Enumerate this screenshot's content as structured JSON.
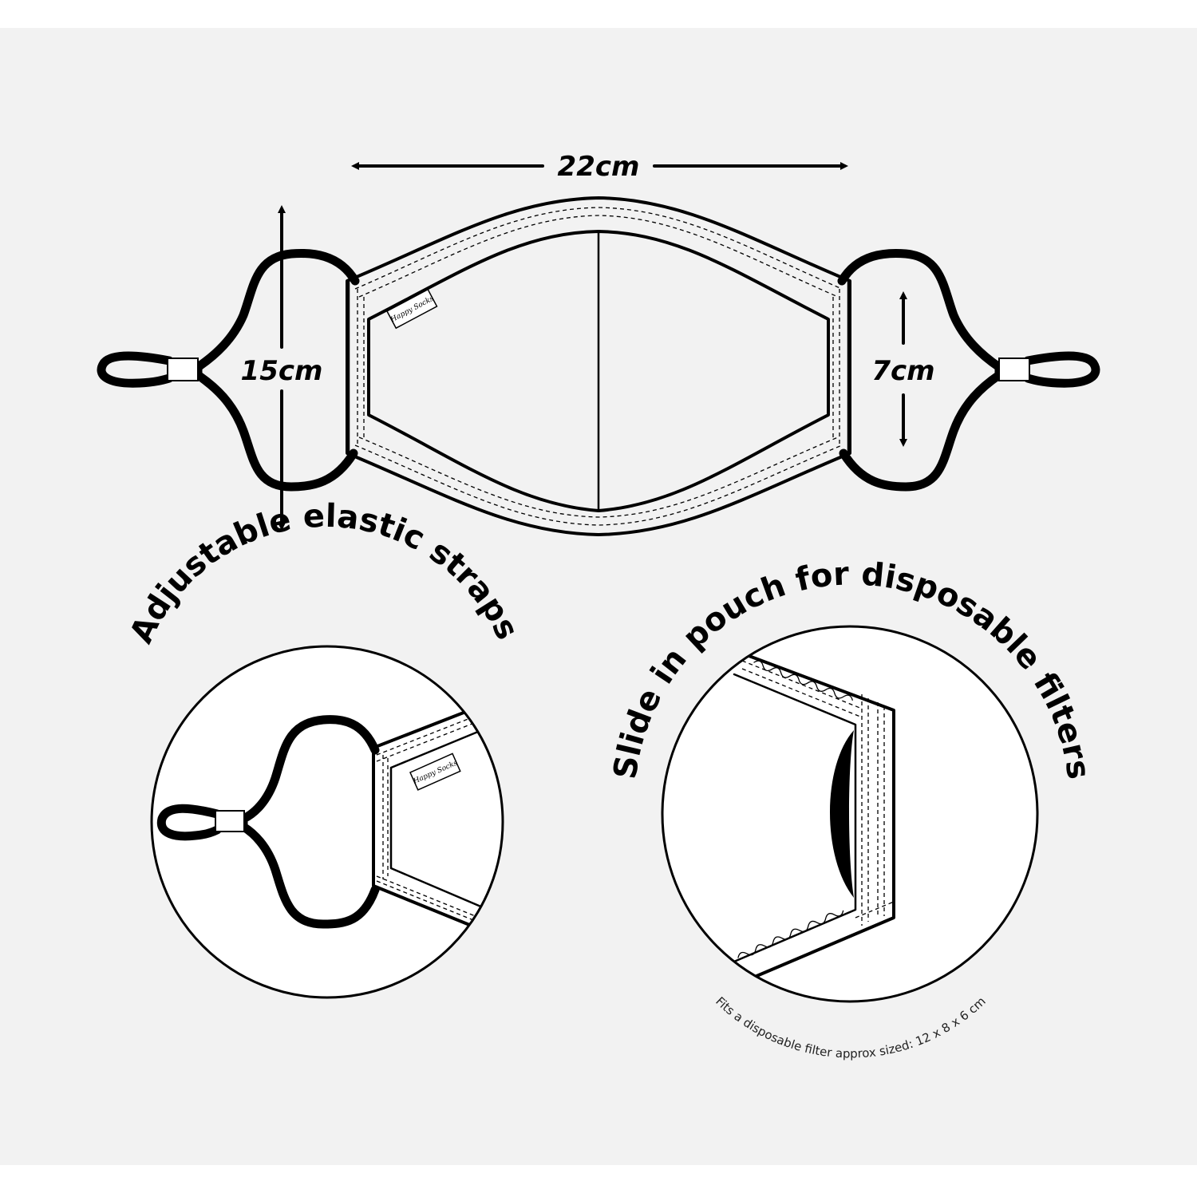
{
  "dimensions": {
    "width_label": "22cm",
    "height_label": "15cm",
    "strap_label": "7cm"
  },
  "brand_tag": "Happy Socks",
  "features": {
    "straps_title": "Adjustable elastic straps",
    "pouch_title": "Slide in pouch for disposable filters",
    "filter_note": "Fits a disposable filter approx sized: 12 x 8 x 6 cm"
  },
  "colors": {
    "background": "#f2f2f2",
    "ink": "#000000",
    "panel": "#ffffff"
  }
}
